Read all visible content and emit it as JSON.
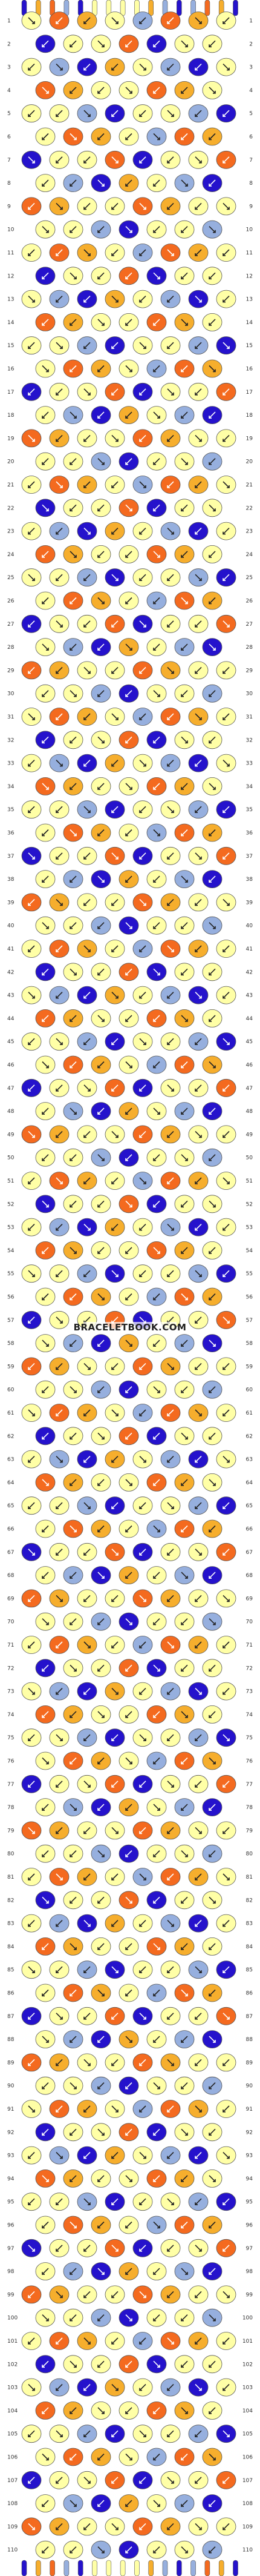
{
  "pattern": {
    "rows": 110,
    "knots_per_row_odd": 8,
    "knots_per_row_even": 7,
    "strings": 16,
    "watermark": "BRACELETBOOK.COM",
    "row_labels": [
      "1",
      "2",
      "3",
      "4",
      "5",
      "6",
      "7",
      "8",
      "9",
      "10",
      "11",
      "12",
      "13",
      "14",
      "15",
      "16",
      "17",
      "18",
      "19",
      "20",
      "21",
      "22",
      "23",
      "24",
      "25",
      "26",
      "27",
      "28",
      "29",
      "30",
      "31",
      "32",
      "33",
      "34",
      "35",
      "36",
      "37",
      "38",
      "39",
      "40",
      "41",
      "42",
      "43",
      "44",
      "45",
      "46",
      "47",
      "48",
      "49",
      "50",
      "51",
      "52",
      "53",
      "54",
      "55",
      "56",
      "57",
      "58",
      "59",
      "60",
      "61",
      "62",
      "63",
      "64",
      "65",
      "66",
      "67",
      "68",
      "69",
      "70",
      "71",
      "72",
      "73",
      "74",
      "75",
      "76",
      "77",
      "78",
      "79",
      "80",
      "81",
      "82",
      "83",
      "84",
      "85",
      "86",
      "87",
      "88",
      "89",
      "90",
      "91",
      "92",
      "93",
      "94",
      "95",
      "96",
      "97",
      "98",
      "99",
      "100",
      "101",
      "102",
      "103",
      "104",
      "105",
      "106",
      "107",
      "108",
      "109",
      "110"
    ]
  },
  "colors": {
    "orange": "#f46a1f",
    "cream": "#ffffa6",
    "light_blue": "#96afde",
    "blue": "#2512cc",
    "gold": "#f6ae2d",
    "white": "#ffffff",
    "outline": "#555555"
  },
  "icons": {
    "knot_forward": "arrow-down-right-icon",
    "knot_backward": "arrow-down-left-icon",
    "knot_forward_backward": "arrow-hook-right-icon",
    "knot_backward_forward": "arrow-hook-left-icon"
  }
}
